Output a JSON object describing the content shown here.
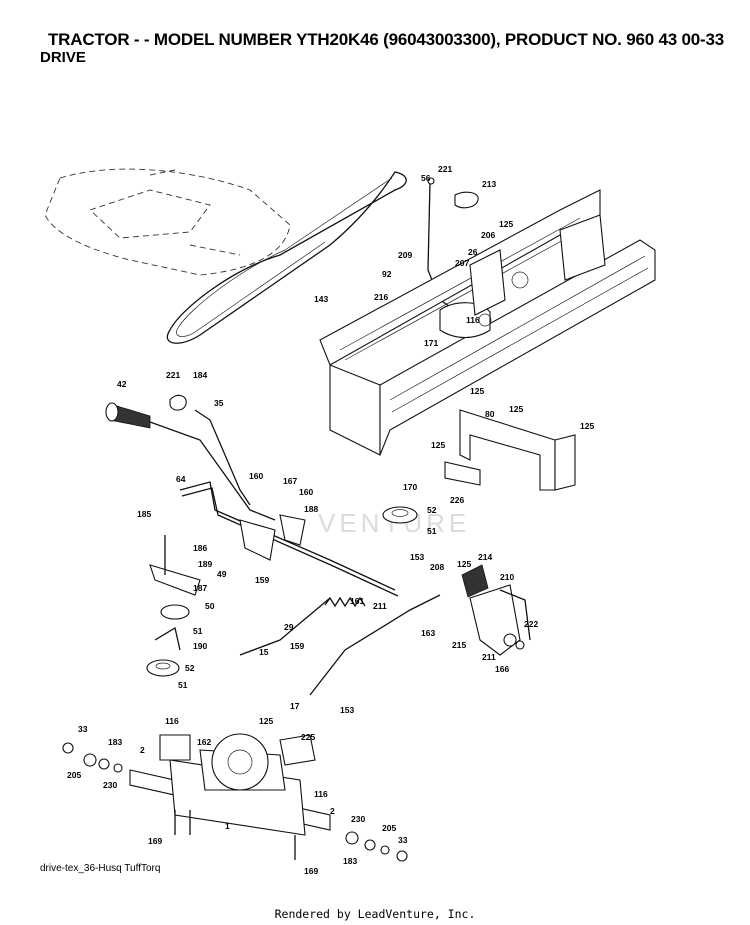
{
  "header": {
    "title": "TRACTOR - - MODEL NUMBER YTH20K46 (96043003300), PRODUCT NO. 960 43 00-33",
    "subtitle": "DRIVE"
  },
  "footer": {
    "diagram_code": "drive-tex_36-Husq TuffTorq",
    "render_credit": "Rendered by LeadVenture, Inc."
  },
  "watermark": {
    "text": "VENTURE"
  },
  "callouts": [
    "221",
    "56",
    "213",
    "125",
    "206",
    "26",
    "209",
    "207",
    "92",
    "143",
    "216",
    "116",
    "171",
    "221",
    "184",
    "42",
    "35",
    "125",
    "80",
    "125",
    "125",
    "125",
    "226",
    "64",
    "160",
    "167",
    "160",
    "188",
    "170",
    "52",
    "51",
    "185",
    "186",
    "189",
    "49",
    "187",
    "50",
    "159",
    "153",
    "214",
    "208",
    "125",
    "210",
    "161",
    "211",
    "29",
    "51",
    "190",
    "15",
    "159",
    "163",
    "222",
    "215",
    "211",
    "166",
    "52",
    "51",
    "17",
    "153",
    "116",
    "125",
    "225",
    "33",
    "183",
    "2",
    "162",
    "205",
    "230",
    "116",
    "2",
    "230",
    "205",
    "33",
    "169",
    "1",
    "183",
    "169"
  ]
}
